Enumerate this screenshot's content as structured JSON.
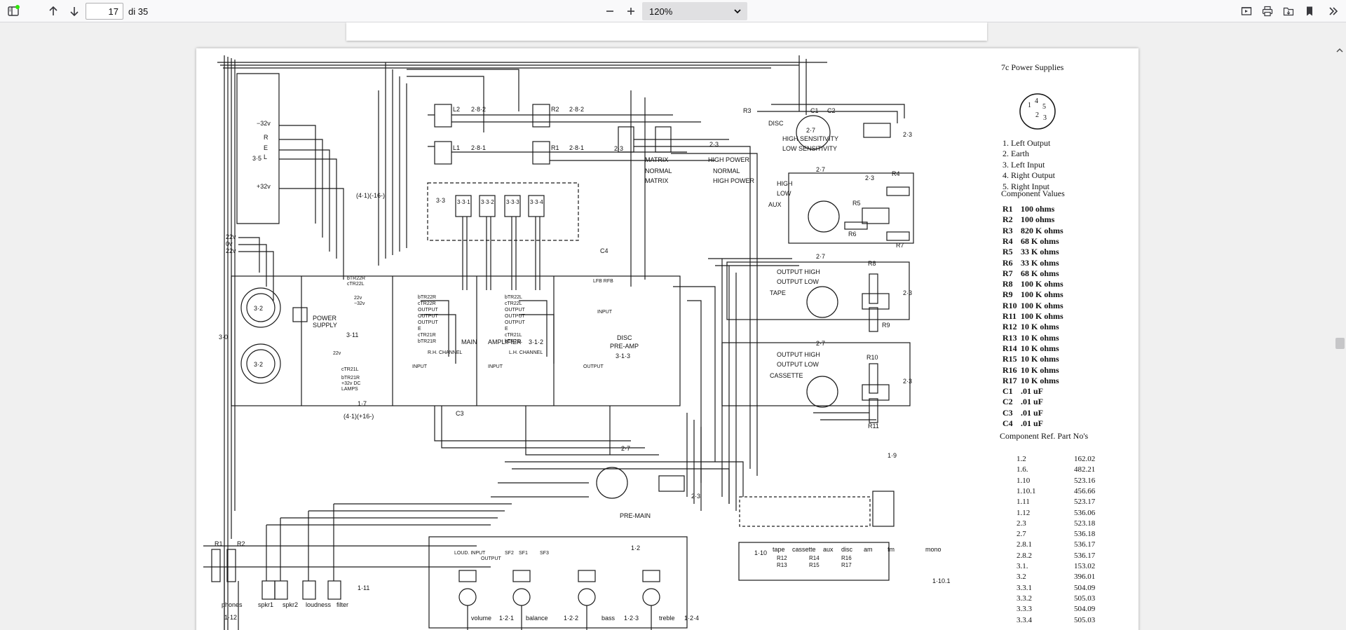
{
  "toolbar": {
    "page_number": "17",
    "page_count": "di 35",
    "zoom": "120%"
  },
  "diagram": {
    "left": {
      "block_35": "3·5",
      "supply_pins": [
        "−32v",
        "R",
        "E",
        "L",
        "+32v"
      ],
      "rails": [
        "22v",
        "0v",
        "22v"
      ],
      "ref_41_16_top": "(4·1)(-16-)",
      "ref_41_16_bottom": "(4·1)(+16-)",
      "block_30": "3·0",
      "block_32a": "3·2",
      "block_32b": "3·2",
      "power_supply": "POWER\nSUPPLY",
      "block_311": "3·11",
      "ps_labels": [
        "bTR22R",
        "cTR22L",
        "22v",
        "−32v",
        "22v",
        "cTR21L",
        "bTR21R",
        "+32v DC",
        "LAMPS"
      ],
      "block_17": "1·7",
      "R1": "R1",
      "R2": "R2",
      "bottom_labels": [
        "phones",
        "spkr1",
        "spkr2",
        "loudness",
        "filter"
      ],
      "block_112": "1·12",
      "block_111": "1·11"
    },
    "top": {
      "L2": "L2",
      "ref_282a": "2·8·2",
      "L1": "L1",
      "ref_281a": "2·8·1",
      "R2": "R2",
      "ref_282b": "2·8·2",
      "R1": "R1",
      "ref_281b": "2·8·1",
      "block_33": "3·3",
      "transistors": [
        "3·3·1",
        "3·3·2",
        "3·3·3",
        "3·3·4"
      ],
      "C4": "C4"
    },
    "amp": {
      "rh_labels": [
        "bTR22R",
        "cTR22R",
        "OUTPUT",
        "OUTPUT",
        "OUTPUT",
        "E",
        "cTR21R",
        "bTR21R"
      ],
      "lh_labels": [
        "bTR22L",
        "cTR22L",
        "OUTPUT",
        "OUTPUT",
        "OUTPUT",
        "E",
        "cTR21L",
        "bTR21L"
      ],
      "main": "MAIN",
      "amplifier": "AMPLIFIER",
      "block_312": "3·1·2",
      "rh_channel": "R.H. CHANNEL",
      "lh_channel": "L.H. CHANNEL",
      "input": "INPUT",
      "output": "OUTPUT",
      "lfb_rfb": "LFB  RFB",
      "disc": "DISC",
      "pre_amp": "PRE-AMP",
      "block_313": "3·1·3",
      "C3": "C3"
    },
    "switches": {
      "ref_23a": "2·3",
      "matrix_title": "MATRIX",
      "normal": "NORMAL",
      "matrix": "MATRIX",
      "ref_23b": "2·3",
      "high_power_title": "HIGH POWER",
      "hp_normal": "NORMAL",
      "hp_high": "HIGH POWER",
      "R3": "R3",
      "disc": "DISC",
      "high_sens": "HIGH SENSITIVITY",
      "low_sens": "LOW SENSITIVITY",
      "C1": "C1",
      "C2": "C2",
      "aux_high": "HIGH",
      "aux_low": "LOW",
      "aux": "AUX",
      "tape_high": "OUTPUT  HIGH",
      "tape_low": "OUTPUT  LOW",
      "tape": "TAPE",
      "cas_high": "OUTPUT HIGH",
      "cas_low": "OUTPUT LOW",
      "cassette": "CASSETTE",
      "R4": "R4",
      "R5": "R5",
      "R6": "R6",
      "R7": "R7",
      "R8": "R8",
      "R9": "R9",
      "R10": "R10",
      "R11": "R11",
      "ref_27": "2·7",
      "ref_23": "2·3",
      "ref_19": "1·9",
      "pre_main": "PRE-MAIN",
      "block_110": "1·10",
      "block_1101": "1·10.1",
      "inputs": [
        "tape",
        "cassette",
        "aux",
        "disc",
        "am",
        "fm",
        "mono"
      ],
      "r_labels": [
        "R12",
        "R13",
        "R14",
        "R15",
        "R16",
        "R17"
      ]
    },
    "controls": {
      "block_12": "1·2",
      "labels": [
        "volume",
        "balance",
        "bass",
        "treble"
      ],
      "refs": [
        "1·2·1",
        "1·2·2",
        "1·2·3",
        "1·2·4"
      ],
      "top_labels": [
        "LOUD. INPUT",
        "OUTPUT",
        "SF2",
        "SF1",
        "SF3"
      ]
    }
  },
  "legend": {
    "title": "7c   Power Supplies",
    "pins": [
      {
        "n": "1.",
        "t": "Left Output"
      },
      {
        "n": "2.",
        "t": "Earth"
      },
      {
        "n": "3.",
        "t": "Left Input"
      },
      {
        "n": "4.",
        "t": "Right Output"
      },
      {
        "n": "5.",
        "t": "Right Input"
      }
    ],
    "socket_digits": [
      "1",
      "4",
      "2",
      "5",
      "3"
    ],
    "component_values_title": "Component Values",
    "values": [
      {
        "k": "R1",
        "v": "100 ohms"
      },
      {
        "k": "R2",
        "v": "100 ohms"
      },
      {
        "k": "R3",
        "v": "820 K ohms"
      },
      {
        "k": "R4",
        "v": "68 K ohms"
      },
      {
        "k": "R5",
        "v": "33 K ohms"
      },
      {
        "k": "R6",
        "v": "33 K ohms"
      },
      {
        "k": "R7",
        "v": "68 K ohms"
      },
      {
        "k": "R8",
        "v": "100 K ohms"
      },
      {
        "k": "R9",
        "v": "100 K ohms"
      },
      {
        "k": "R10",
        "v": "100 K ohms"
      },
      {
        "k": "R11",
        "v": "100 K ohms"
      },
      {
        "k": "R12",
        "v": "10 K ohms"
      },
      {
        "k": "R13",
        "v": "10 K ohms"
      },
      {
        "k": "R14",
        "v": "10 K ohms"
      },
      {
        "k": "R15",
        "v": "10 K ohms"
      },
      {
        "k": "R16",
        "v": "10 K ohms"
      },
      {
        "k": "R17",
        "v": "10 K ohms"
      },
      {
        "k": "C1",
        "v": ".01 uF"
      },
      {
        "k": "C2",
        "v": ".01 uF"
      },
      {
        "k": "C3",
        "v": ".01 uF"
      },
      {
        "k": "C4",
        "v": ".01 uF"
      }
    ],
    "parts_title": "Component Ref.  Part No's",
    "parts": [
      {
        "ref": "1.2",
        "no": "162.02"
      },
      {
        "ref": "1.6.",
        "no": "482.21"
      },
      {
        "ref": "1.10",
        "no": "523.16"
      },
      {
        "ref": "1.10.1",
        "no": "456.66"
      },
      {
        "ref": "1.11",
        "no": "523.17"
      },
      {
        "ref": "1.12",
        "no": "536.06"
      },
      {
        "ref": "2.3",
        "no": "523.18"
      },
      {
        "ref": "2.7",
        "no": "536.18"
      },
      {
        "ref": "2.8.1",
        "no": "536.17"
      },
      {
        "ref": "2.8.2",
        "no": "536.17"
      },
      {
        "ref": "3.1.",
        "no": "153.02"
      },
      {
        "ref": "3.2",
        "no": "396.01"
      },
      {
        "ref": "3.3.1",
        "no": "504.09"
      },
      {
        "ref": "3.3.2",
        "no": "505.03"
      },
      {
        "ref": "3.3.3",
        "no": "504.09"
      },
      {
        "ref": "3.3.4",
        "no": "505.03"
      }
    ]
  }
}
